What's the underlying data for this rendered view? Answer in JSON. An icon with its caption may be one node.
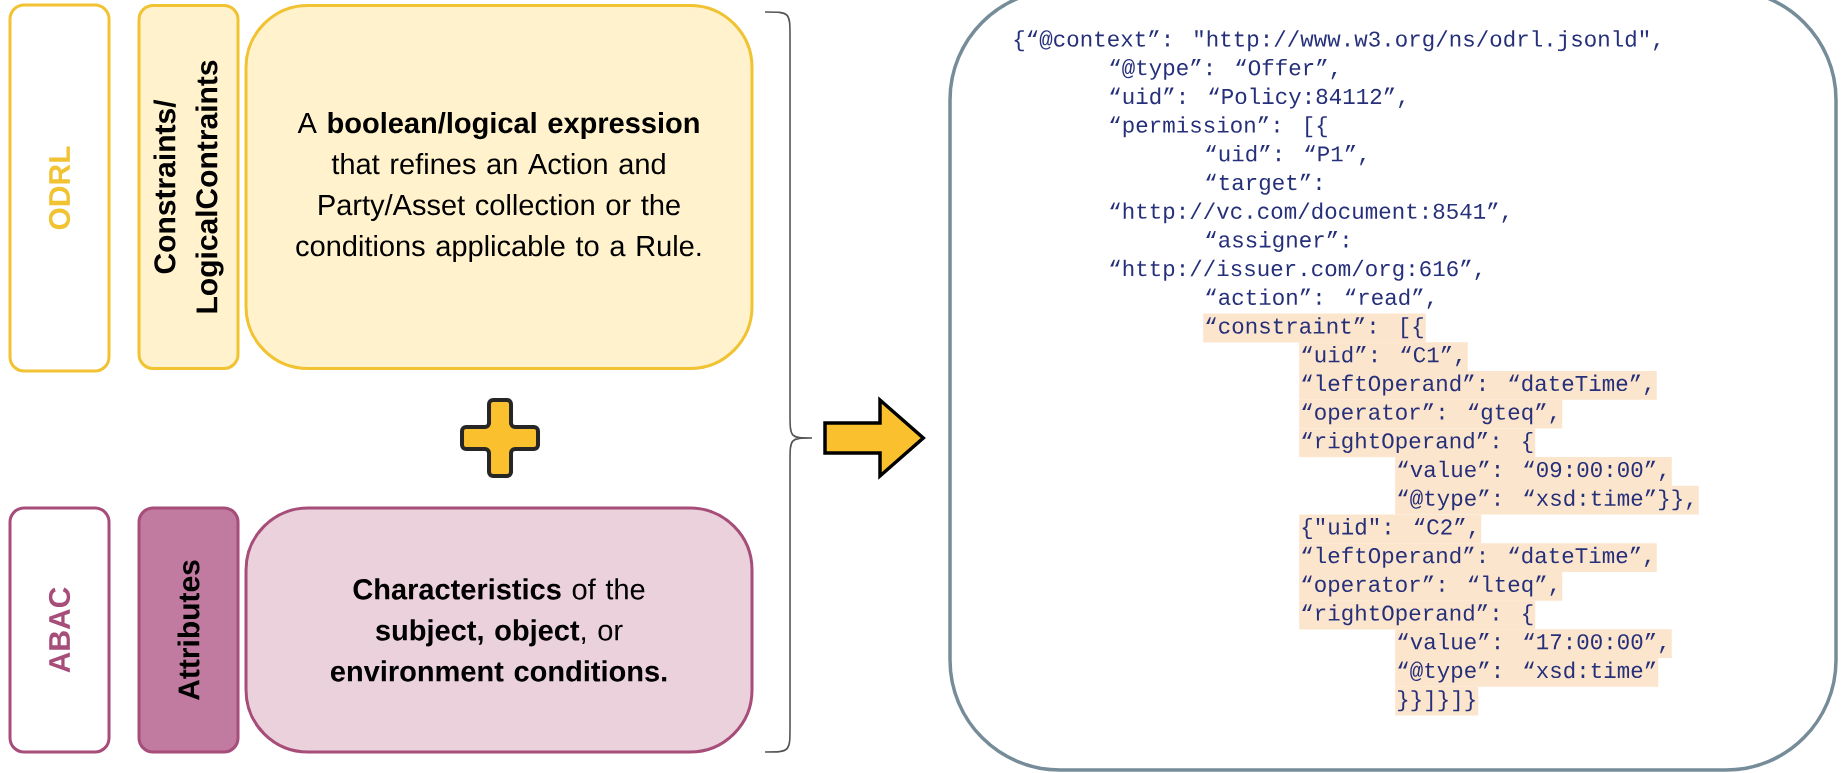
{
  "diagram": {
    "nodes": [
      {
        "text": [
          "ODRL"
        ]
      },
      {
        "text": [
          "Constraints/ LogicalContraints"
        ]
      },
      {
        "text": [
          "A **boolean/logical expression** that refines an Action and Party/Asset collection or the conditions applicable to a Rule."
        ]
      },
      {
        "text": [
          "ABAC"
        ]
      },
      {
        "text": [
          "Attributes"
        ]
      },
      {
        "text": [
          "**Characteristics** of the **subject, object**, or **environment conditions.**"
        ]
      },
      {
        "text": [
          "{“@context”: \"http://www.w3.org/ns/odrl.jsonld\",",
          "“@type”: “Offer”,",
          "“uid”: “Policy:84112”,",
          "“permission”: [{",
          "“uid”: “P1”,",
          "“target”:",
          "“http://vc.com/document:8541”,",
          "“assigner”:",
          "“http://issuer.com/org:616”,",
          "“action”: “read”,",
          "“constraint”: [{",
          "“uid”: “C1”,",
          "“leftOperand”: “dateTime”,",
          "“operator”: “gteq”,",
          "“rightOperand”: {",
          "“value”: “09:00:00”,",
          "“@type”: “xsd:time”}},",
          "{\"uid\": “C2”,",
          "“leftOperand”: “dateTime”,",
          "“operator”: “lteq”,",
          "“rightOperand”: {",
          "“value”: “17:00:00”,",
          "“@type”: “xsd:time”",
          "}}]}]}"
        ]
      }
    ],
    "edges": [
      {
        "from": null,
        "to": 6,
        "arrow": "to"
      }
    ]
  }
}
